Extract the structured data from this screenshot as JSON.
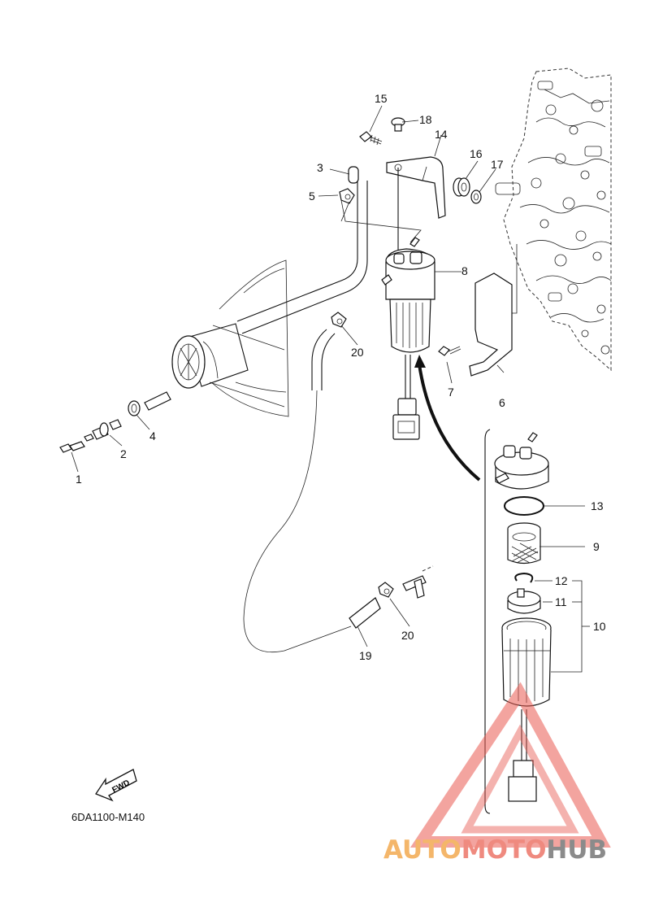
{
  "diagram": {
    "drawing_code": "6DA1100-M140",
    "fwd_label": "FWD",
    "callouts": {
      "c1": "1",
      "c2": "2",
      "c3": "3",
      "c4": "4",
      "c5": "5",
      "c6": "6",
      "c7": "7",
      "c8": "8",
      "c9": "9",
      "c10": "10",
      "c11": "11",
      "c12": "12",
      "c13": "13",
      "c14": "14",
      "c15": "15",
      "c16": "16",
      "c17": "17",
      "c18": "18",
      "c19": "19",
      "c20a": "20",
      "c20b": "20"
    }
  },
  "watermark": {
    "part1": "AUTO",
    "part2": "MOTO",
    "part3": "HUB",
    "colors": {
      "auto": "#f4b66a",
      "moto": "#ef8a7f",
      "hub": "#8b8b8b",
      "triangle": "#e85a52"
    }
  }
}
